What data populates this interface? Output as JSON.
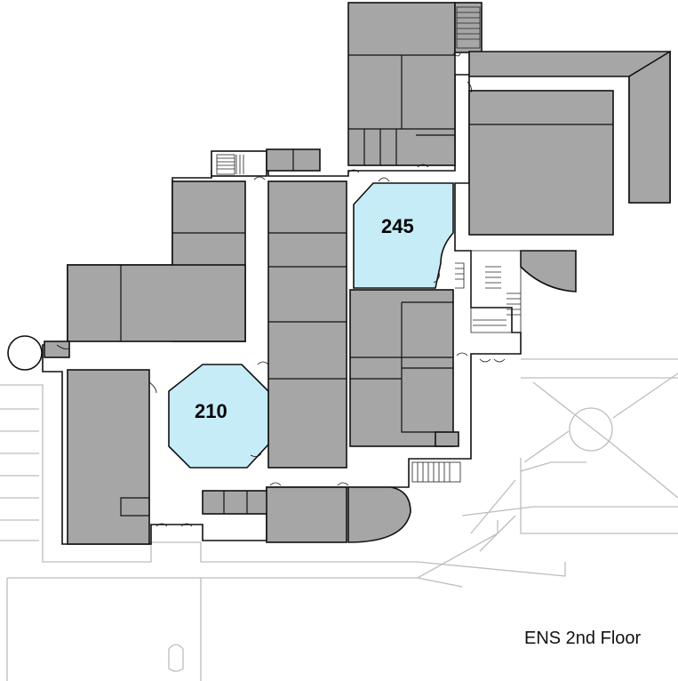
{
  "map": {
    "title": "ENS 2nd Floor",
    "rooms": [
      {
        "id": "245",
        "label": "245",
        "highlighted": true
      },
      {
        "id": "210",
        "label": "210",
        "highlighted": true
      }
    ],
    "colors": {
      "room_fill": "#a6a6a6",
      "highlight_fill": "#c6ecf7",
      "wall_stroke": "#111111",
      "site_outline": "#bdbdbd"
    }
  }
}
